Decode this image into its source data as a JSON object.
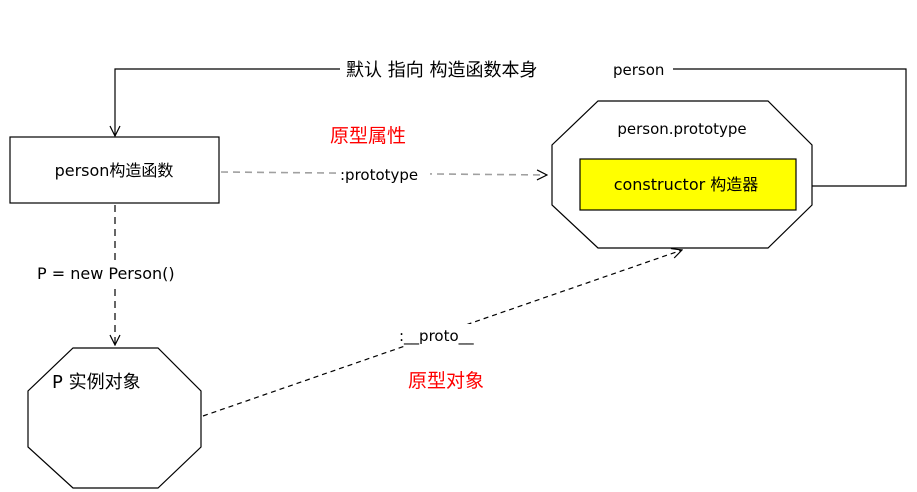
{
  "diagram": {
    "nodes": {
      "constructor_box": {
        "label": "person构造函数"
      },
      "prototype_octagon": {
        "label": "person.prototype"
      },
      "constructor_property": {
        "label": "constructor 构造器"
      },
      "instance_octagon": {
        "label": "P 实例对象"
      }
    },
    "edges": {
      "default_points": {
        "label_cn": "默认 指向 构造函数本身",
        "label_en": "person"
      },
      "prototype_link": {
        "label": ":prototype",
        "annotation": "原型属性"
      },
      "new_link": {
        "label": "P = new Person()"
      },
      "proto_link": {
        "label": ":__proto__",
        "annotation": "原型对象"
      }
    },
    "colors": {
      "highlight_fill": "#ffff00",
      "annotation_red": "#ff0000",
      "dashed_grey": "#a0a0a0"
    }
  }
}
